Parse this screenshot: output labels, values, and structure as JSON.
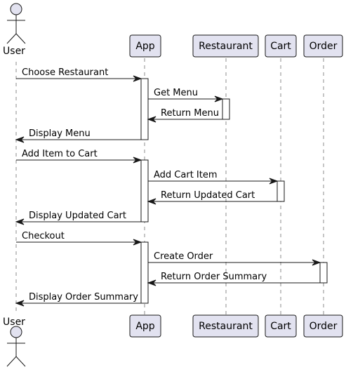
{
  "participants": {
    "user": {
      "label": "User",
      "kind": "actor"
    },
    "app": {
      "label": "App"
    },
    "restaurant": {
      "label": "Restaurant"
    },
    "cart": {
      "label": "Cart"
    },
    "order": {
      "label": "Order"
    }
  },
  "messages": [
    {
      "text": "Choose Restaurant",
      "from": "user",
      "to": "app"
    },
    {
      "text": "Get Menu",
      "from": "app",
      "to": "restaurant"
    },
    {
      "text": "Return Menu",
      "from": "restaurant",
      "to": "app"
    },
    {
      "text": "Display Menu",
      "from": "app",
      "to": "user"
    },
    {
      "text": "Add Item to Cart",
      "from": "user",
      "to": "app"
    },
    {
      "text": "Add Cart Item",
      "from": "app",
      "to": "cart"
    },
    {
      "text": "Return Updated Cart",
      "from": "cart",
      "to": "app"
    },
    {
      "text": "Display Updated Cart",
      "from": "app",
      "to": "user"
    },
    {
      "text": "Checkout",
      "from": "user",
      "to": "app"
    },
    {
      "text": "Create Order",
      "from": "app",
      "to": "order"
    },
    {
      "text": "Return Order Summary",
      "from": "order",
      "to": "app"
    },
    {
      "text": "Display Order Summary",
      "from": "app",
      "to": "user"
    }
  ],
  "colors": {
    "participant_fill": "#e2e2f0",
    "participant_border": "#181818",
    "lifeline": "#181818",
    "activation_fill": "#ffffff",
    "arrow": "#181818",
    "text": "#000000"
  }
}
